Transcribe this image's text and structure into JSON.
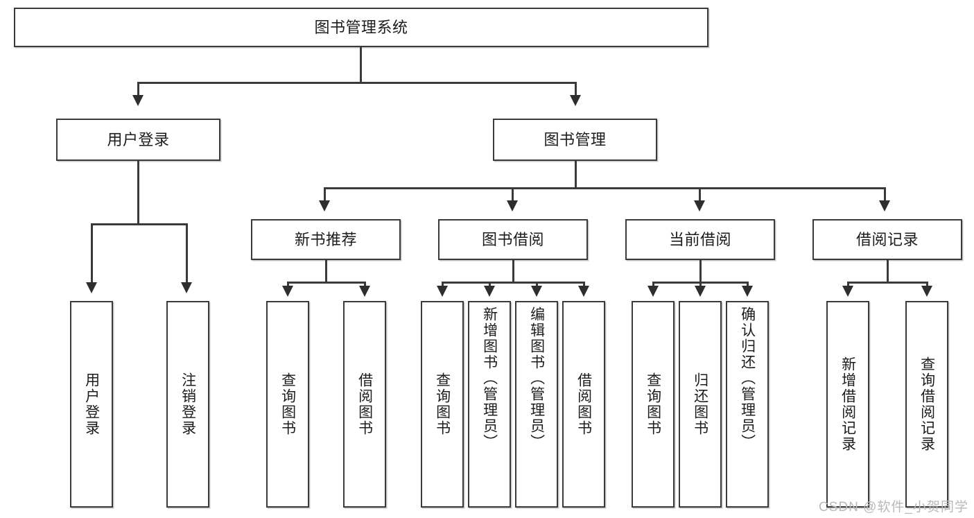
{
  "diagram": {
    "title": "图书管理系统",
    "type": "hierarchy-tree",
    "watermark": "CSDN @软件_小贺同学",
    "root": {
      "id": "root",
      "label": "图书管理系统"
    },
    "level2": [
      {
        "id": "user-login",
        "label": "用户登录"
      },
      {
        "id": "book-management",
        "label": "图书管理"
      }
    ],
    "level3": [
      {
        "id": "new-book-recommend",
        "label": "新书推荐",
        "parent": "book-management"
      },
      {
        "id": "book-borrow",
        "label": "图书借阅",
        "parent": "book-management"
      },
      {
        "id": "current-borrow",
        "label": "当前借阅",
        "parent": "book-management"
      },
      {
        "id": "borrow-record",
        "label": "借阅记录",
        "parent": "book-management"
      }
    ],
    "leaves": {
      "user-login": [
        {
          "id": "leaf-user-login",
          "label": "用户登录"
        },
        {
          "id": "leaf-user-logout",
          "label": "注销登录"
        }
      ],
      "new-book-recommend": [
        {
          "id": "leaf-query-book-1",
          "label": "查询图书"
        },
        {
          "id": "leaf-borrow-book-1",
          "label": "借阅图书"
        }
      ],
      "book-borrow": [
        {
          "id": "leaf-query-book-2",
          "label": "查询图书"
        },
        {
          "id": "leaf-add-book",
          "label": "新增图书（管理员）"
        },
        {
          "id": "leaf-edit-book",
          "label": "编辑图书（管理员）"
        },
        {
          "id": "leaf-borrow-book-2",
          "label": "借阅图书"
        }
      ],
      "current-borrow": [
        {
          "id": "leaf-query-book-3",
          "label": "查询图书"
        },
        {
          "id": "leaf-return-book",
          "label": "归还图书"
        },
        {
          "id": "leaf-confirm-return",
          "label": "确认归还（管理员）"
        }
      ],
      "borrow-record": [
        {
          "id": "leaf-add-record",
          "label": "新增借阅记录"
        },
        {
          "id": "leaf-query-record",
          "label": "查询借阅记录"
        }
      ]
    },
    "colors": {
      "border": "#3a3a3a",
      "background": "#ffffff",
      "text": "#1c1c1c",
      "watermark": "#b9b9b9"
    }
  }
}
